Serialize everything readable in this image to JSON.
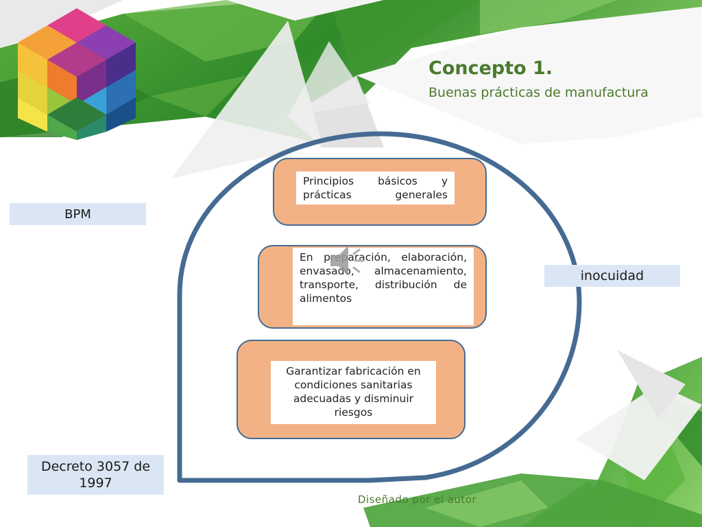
{
  "header": {
    "title": "Concepto 1.",
    "subtitle": "Buenas prácticas de manufactura"
  },
  "labels": {
    "bpm": "BPM",
    "inocuidad": "inocuidad",
    "decreto": "Decreto 3057 de 1997"
  },
  "boxes": [
    {
      "text": "Principios básicos y prácticas generales"
    },
    {
      "text": "En preparación, elaboración, envasado, almacenamiento, transporte, distribución de alimentos"
    },
    {
      "text": "Garantizar fabricación en condiciones sanitarias adecuadas y disminuir riesgos"
    }
  ],
  "footer": {
    "credit": "Diseñado por el autor"
  },
  "colors": {
    "accent_green": "#4a7a2c",
    "box_fill": "#f3b286",
    "outline_blue": "#456b93",
    "label_fill": "#dbe6f4"
  },
  "icons": {
    "logo": "cube-logo-icon",
    "audio": "speaker-icon"
  }
}
